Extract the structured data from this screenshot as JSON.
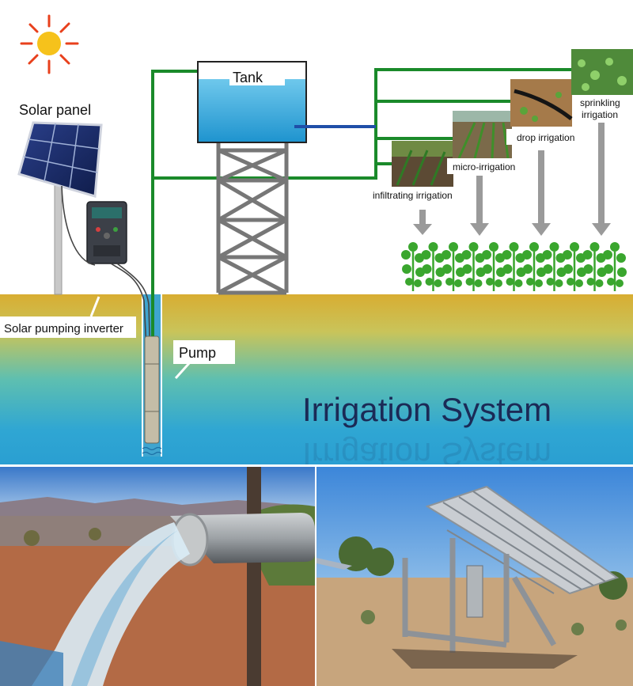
{
  "labels": {
    "solar_panel": "Solar panel",
    "tank": "Tank",
    "inverter": "Solar pumping inverter",
    "pump": "Pump",
    "title": "Irrigation System",
    "infiltrating": "infiltrating irrigation",
    "micro": "micro-irrigation",
    "drop": "drop irrigation",
    "sprinkling_line1": "sprinkling",
    "sprinkling_line2": "irrigation"
  },
  "colors": {
    "pipe_green": "#1a8a2a",
    "pipe_blue": "#1f4fa8",
    "water": "#29a8d6",
    "sand": "#d9b23a",
    "plant": "#3aa62e",
    "arrow_gray": "#9a9a9a"
  }
}
